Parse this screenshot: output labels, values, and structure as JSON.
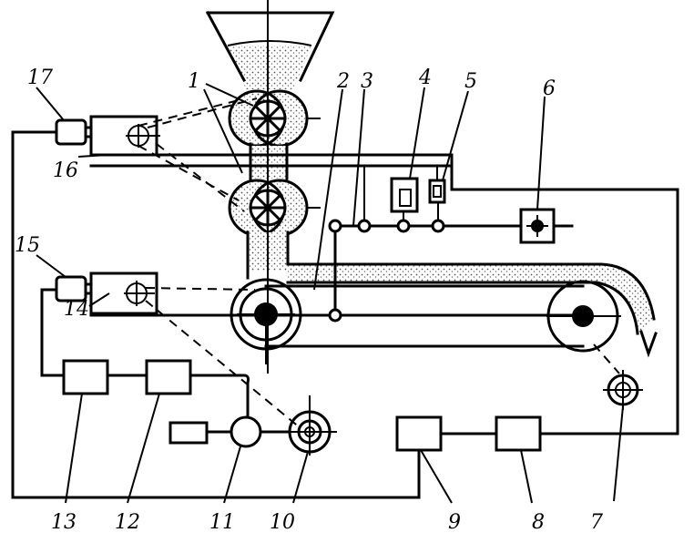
{
  "labels": {
    "l1": "1",
    "l2": "2",
    "l3": "3",
    "l4": "4",
    "l5": "5",
    "l6": "6",
    "l7": "7",
    "l8": "8",
    "l9": "9",
    "l10": "10",
    "l11": "11",
    "l12": "12",
    "l13": "13",
    "l14": "14",
    "l15": "15",
    "l16": "16",
    "l17": "17"
  },
  "colors": {
    "ink": "#000000",
    "background": "#ffffff",
    "grain": "#8a8a8a"
  }
}
